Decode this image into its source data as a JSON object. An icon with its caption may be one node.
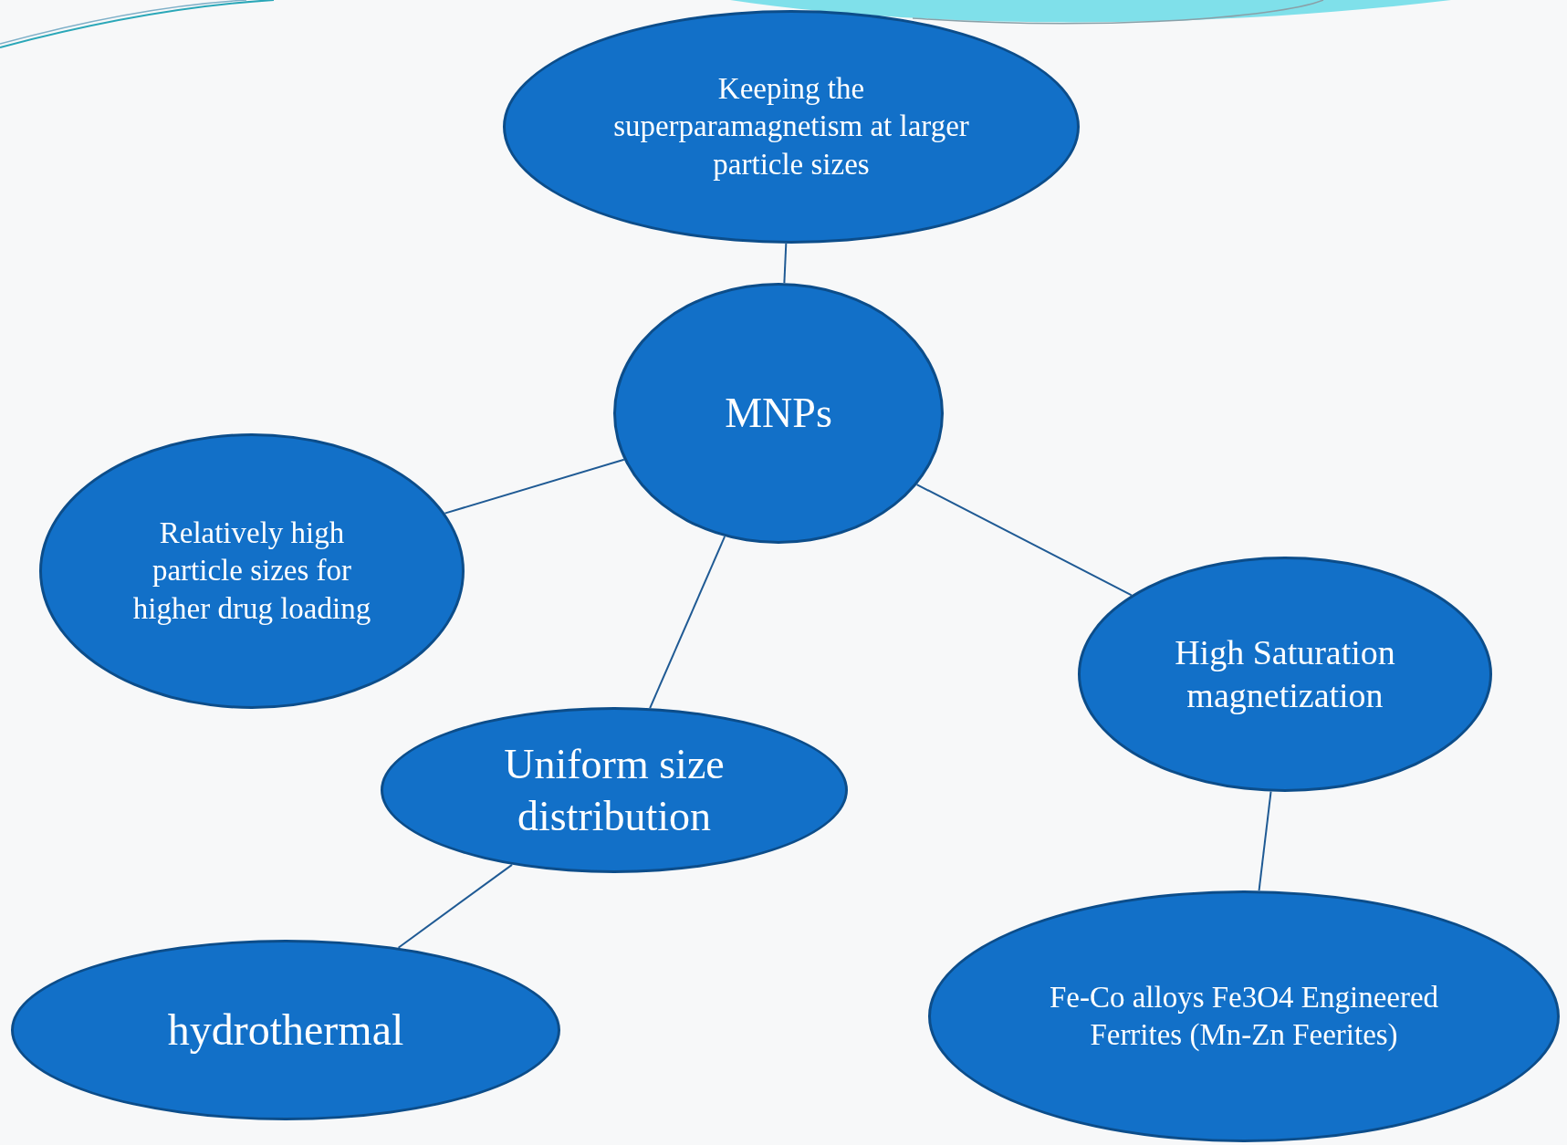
{
  "diagram": {
    "nodes": [
      {
        "text": [
          "Keeping  the superparamagnetism at larger particle sizes"
        ]
      },
      {
        "text": [
          "MNPs"
        ]
      },
      {
        "text": [
          "Relatively high particle sizes for higher drug loading"
        ]
      },
      {
        "text": [
          "High Saturation magnetization"
        ]
      },
      {
        "text": [
          "Uniform size distribution"
        ]
      },
      {
        "text": [
          "hydrothermal"
        ]
      },
      {
        "text": [
          "Fe-Co alloys Fe3O4 Engineered Ferrites (Mn-Zn Feerites)"
        ]
      }
    ],
    "edges": [
      {
        "from": 0,
        "to": 1,
        "arrow": "none"
      },
      {
        "from": 1,
        "to": 2,
        "arrow": "none"
      },
      {
        "from": 1,
        "to": 4,
        "arrow": "none"
      },
      {
        "from": 1,
        "to": 3,
        "arrow": "none"
      },
      {
        "from": 3,
        "to": 6,
        "arrow": "none"
      },
      {
        "from": 4,
        "to": 5,
        "arrow": "none"
      }
    ]
  }
}
